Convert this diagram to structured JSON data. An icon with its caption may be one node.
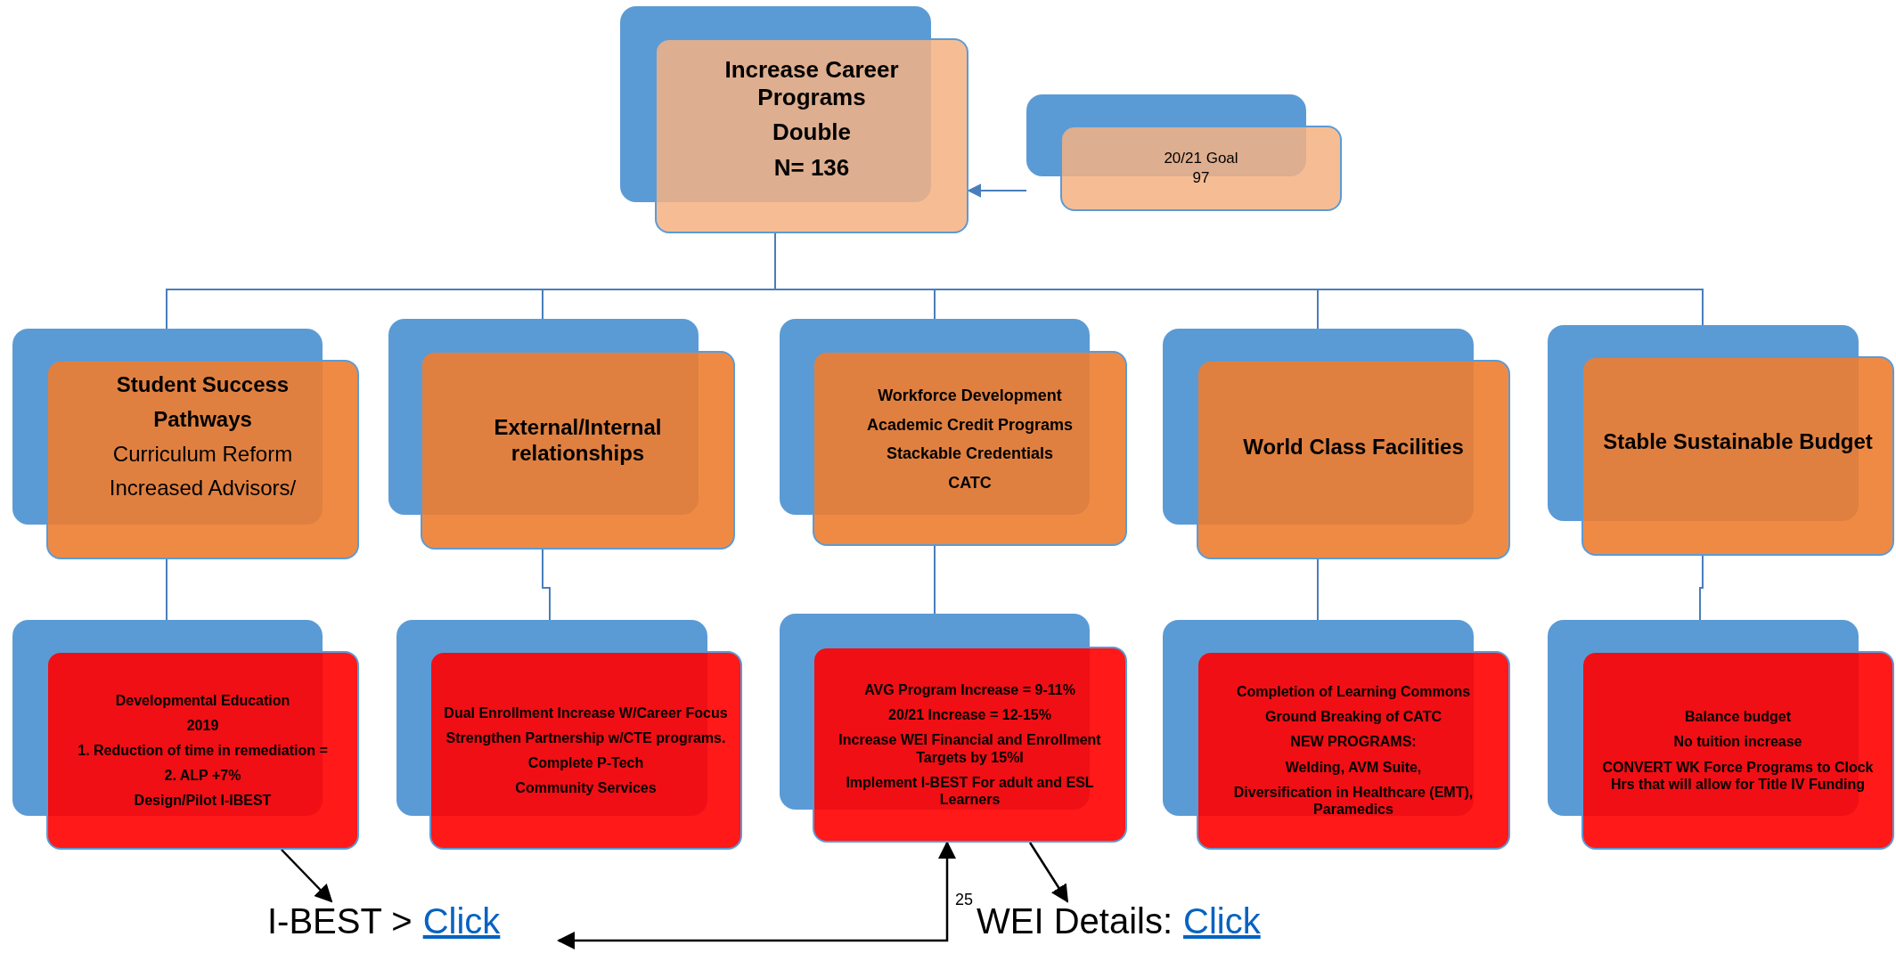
{
  "diagram": {
    "nodes": [
      {
        "text": [
          "Increase Career Programs",
          "Double",
          "N= 136"
        ]
      },
      {
        "text": [
          "20/21 Goal",
          "97"
        ]
      },
      {
        "text": [
          "Student Success",
          "Pathways",
          "Curriculum Reform",
          "Increased Advisors/"
        ]
      },
      {
        "text": [
          "External/Internal relationships"
        ]
      },
      {
        "text": [
          "Workforce Development",
          "Academic Credit Programs",
          "Stackable Credentials",
          "CATC"
        ]
      },
      {
        "text": [
          "World Class Facilities"
        ]
      },
      {
        "text": [
          "Stable Sustainable Budget"
        ]
      },
      {
        "text": [
          "Developmental Education",
          "2019",
          "1. Reduction of time in remediation =",
          "2. ALP +7%",
          "Design/Pilot  I-IBEST"
        ]
      },
      {
        "text": [
          "Dual Enrollment Increase W/Career Focus",
          "Strengthen Partnership w/CTE programs.",
          "Complete P-Tech",
          "Community Services"
        ]
      },
      {
        "text": [
          "AVG Program Increase = 9-11%",
          "20/21 Increase = 12-15%",
          "Increase WEI Financial and Enrollment Targets by 15%I",
          "Implement I-BEST For adult and ESL Learners"
        ]
      },
      {
        "text": [
          "Completion of Learning Commons",
          "Ground Breaking of CATC",
          "NEW PROGRAMS:",
          "Welding, AVM Suite,",
          "Diversification in Healthcare (EMT), Paramedics"
        ]
      },
      {
        "text": [
          "Balance budget",
          "No tuition increase",
          "CONVERT WK Force Programs to Clock Hrs that will allow for Title IV Funding"
        ]
      },
      {
        "text": [
          "I-BEST >",
          "Click"
        ]
      },
      {
        "text": [
          "WEI Details:",
          "Click"
        ]
      }
    ],
    "edges": [
      {
        "from": 1,
        "to": 0,
        "arrow": "to"
      },
      {
        "from": 0,
        "to": 2,
        "arrow": "none"
      },
      {
        "from": 0,
        "to": 3,
        "arrow": "none"
      },
      {
        "from": 0,
        "to": 4,
        "arrow": "none"
      },
      {
        "from": 0,
        "to": 5,
        "arrow": "none"
      },
      {
        "from": 0,
        "to": 6,
        "arrow": "none"
      },
      {
        "from": 2,
        "to": 7,
        "arrow": "none"
      },
      {
        "from": 3,
        "to": 8,
        "arrow": "none"
      },
      {
        "from": 4,
        "to": 9,
        "arrow": "none"
      },
      {
        "from": 5,
        "to": 10,
        "arrow": "none"
      },
      {
        "from": 6,
        "to": 11,
        "arrow": "none"
      },
      {
        "from": 7,
        "to": 12,
        "arrow": "to",
        "color": "#000000"
      },
      {
        "from": 9,
        "to": 13,
        "arrow": "to",
        "color": "#000000"
      },
      {
        "from": 9,
        "to": 12,
        "arrow": "both",
        "color": "#000000"
      }
    ],
    "labels": [
      "25"
    ]
  }
}
